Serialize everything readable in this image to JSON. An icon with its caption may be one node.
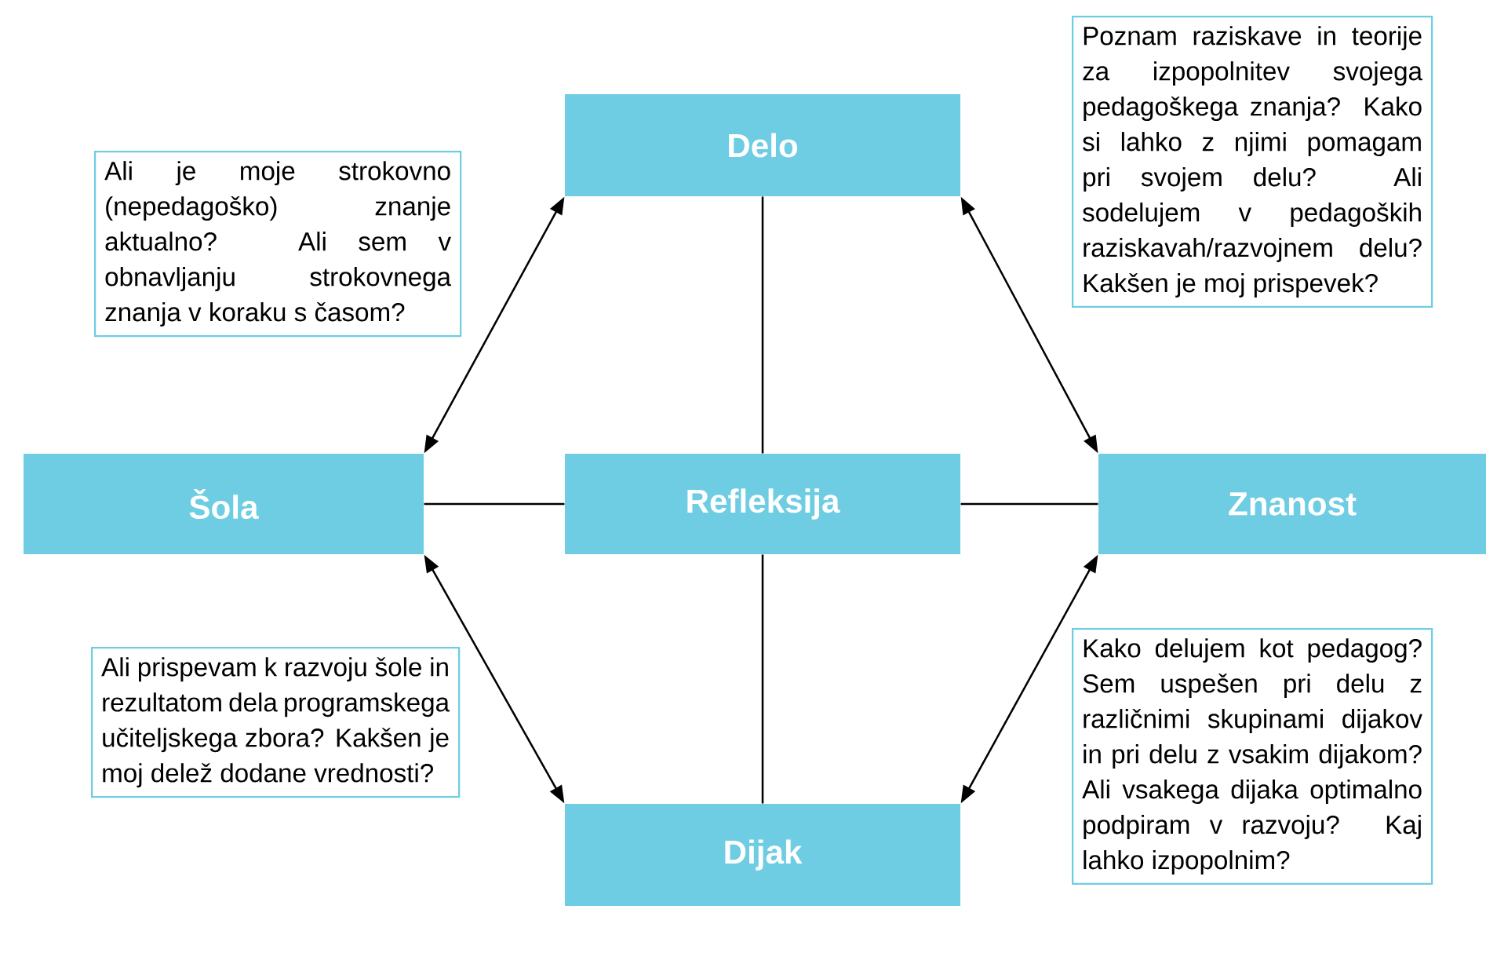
{
  "diagram": {
    "nodes": [
      {
        "text": [
          "Delo"
        ]
      },
      {
        "text": [
          "Šola"
        ]
      },
      {
        "text": [
          "Refleksija"
        ]
      },
      {
        "text": [
          "Znanost"
        ]
      },
      {
        "text": [
          "Dijak"
        ]
      },
      {
        "text": [
          "Ali je moje strokovno (nepedagoško) znanje aktualno? Ali sem v obnavljanju strokovnega znanja v koraku s časom?"
        ]
      },
      {
        "text": [
          "Poznam raziskave in teorije za izpopolnitev svojega pedagoškega znanja? Kako si lahko z njimi pomagam pri svojem delu? Ali sodelujem v pedagoških raziskavah/razvojnem delu? Kakšen je moj prispevek?"
        ]
      },
      {
        "text": [
          "Ali prispevam k razvoju šole in rezultatom dela programskega učiteljskega zbora? Kakšen je moj delež dodane vrednosti?"
        ]
      },
      {
        "text": [
          "Kako delujem kot pedagog? Sem uspešen pri delu z različnimi skupinami dijakov in pri delu z vsakim dijakom? Ali vsakega dijaka optimalno podpiram v razvoju? Kaj lahko izpopolnim?"
        ]
      }
    ],
    "edges": [
      {
        "from": 0,
        "to": 1,
        "arrow": "both"
      },
      {
        "from": 0,
        "to": 3,
        "arrow": "both"
      },
      {
        "from": 1,
        "to": 4,
        "arrow": "both"
      },
      {
        "from": 3,
        "to": 4,
        "arrow": "both"
      },
      {
        "from": 2,
        "to": 0,
        "arrow": "none"
      },
      {
        "from": 2,
        "to": 1,
        "arrow": "none"
      },
      {
        "from": 2,
        "to": 3,
        "arrow": "none"
      },
      {
        "from": 2,
        "to": 4,
        "arrow": "none"
      }
    ]
  }
}
